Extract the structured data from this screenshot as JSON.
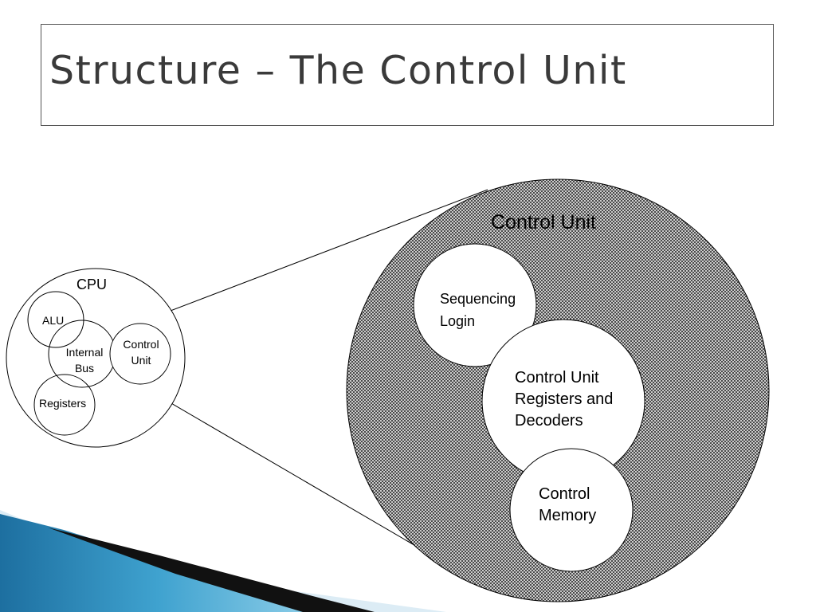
{
  "slide": {
    "title": "Structure – The Control Unit"
  },
  "cpu_diagram": {
    "cpu_label": "CPU",
    "alu_label": "ALU",
    "internal_bus_line1": "Internal",
    "internal_bus_line2": "Bus",
    "control_unit_line1": "Control",
    "control_unit_line2": "Unit",
    "registers_label": "Registers"
  },
  "control_unit_detail": {
    "title": "Control Unit",
    "sequencing_line1": "Sequencing",
    "sequencing_line2": "Login",
    "registers_line1": "Control Unit",
    "registers_line2": "Registers and",
    "registers_line3": "Decoders",
    "memory_line1": "Control",
    "memory_line2": "Memory"
  },
  "colors": {
    "accent_blue": "#2f8fc0",
    "accent_light": "#8ed0ea",
    "pale_band": "#d8eaf4",
    "dark_band": "#111111",
    "hatch_fill": "#4a4a4a"
  }
}
